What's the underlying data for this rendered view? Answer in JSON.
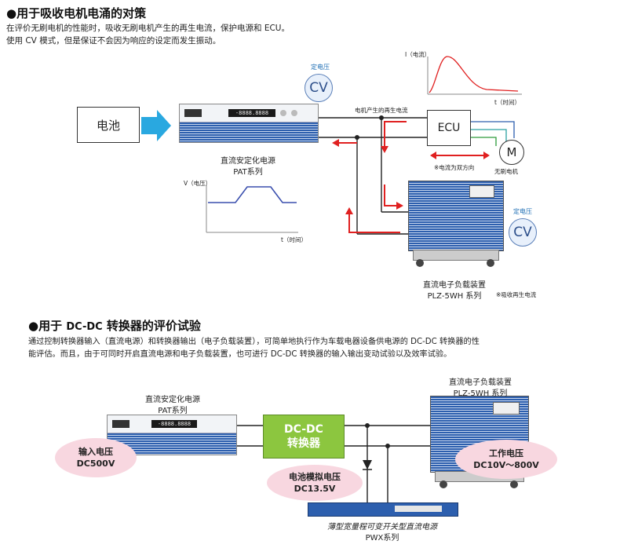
{
  "section1": {
    "title": "●用于吸收电机电涌的对策",
    "desc_line1": "在评价无刷电机的性能时，吸收无刷电机产生的再生电流，保护电源和 ECU。",
    "desc_line2": "使用 CV 模式，但是保证不会因为响应的设定而发生振动。",
    "battery_label": "电池",
    "ecu_label": "ECU",
    "motor_label": "M",
    "motor_caption": "无刷电机",
    "cv_top_caption": "定电压",
    "cv_label": "CV",
    "cv_right_caption": "定电压",
    "psu_caption_line1": "直流安定化电源",
    "psu_caption_line2": "PAT系列",
    "regen_caption": "电机产生的再生电流",
    "bidir_caption": "※电流为双方向",
    "load_caption_line1": "直流电子负载装置",
    "load_caption_line2": "PLZ-5WH 系列",
    "load_note": "※吸收再生电流",
    "current_graph_ylabel": "I（电流）",
    "current_graph_xlabel": "t（时间）",
    "voltage_graph_ylabel": "V（电压）",
    "voltage_graph_xlabel": "t（时间）"
  },
  "section2": {
    "title_prefix": "●用于 ",
    "title_dc": "DC-DC",
    "title_suffix": " 转换器的评价试验",
    "desc_line1": "通过控制转换器输入（直流电源）和转换器输出（电子负载装置），可简单地执行作为车载电器设备供电源的 DC-DC 转换器的性",
    "desc_line2": "能评估。而且，由于可同时开启直流电源和电子负载装置，也可进行 DC-DC 转换器的输入输出变动试验以及效率试验。",
    "psu_caption_line1": "直流安定化电源",
    "psu_caption_line2": "PAT系列",
    "load_caption_line1": "直流电子负载装置",
    "load_caption_line2": "PLZ-5WH 系列",
    "dcdc_line1": "DC-DC",
    "dcdc_line2": "转换器",
    "input_v_line1": "输入电压",
    "input_v_line2": "DC500V",
    "battery_sim_line1": "电池模拟电压",
    "battery_sim_line2": "DC13.5V",
    "work_v_line1": "工作电压",
    "work_v_line2": "DC10V～800V",
    "pwx_caption_line1": "薄型宽量程可变开关型直流电源",
    "pwx_caption_line2": "PWX系列"
  },
  "colors": {
    "arrow_red": "#e02020",
    "accent_blue": "#2d5fae",
    "dcdc_green": "#8cc63f",
    "pink": "#f8d7e0",
    "cyan_arrow": "#29a8e0"
  }
}
